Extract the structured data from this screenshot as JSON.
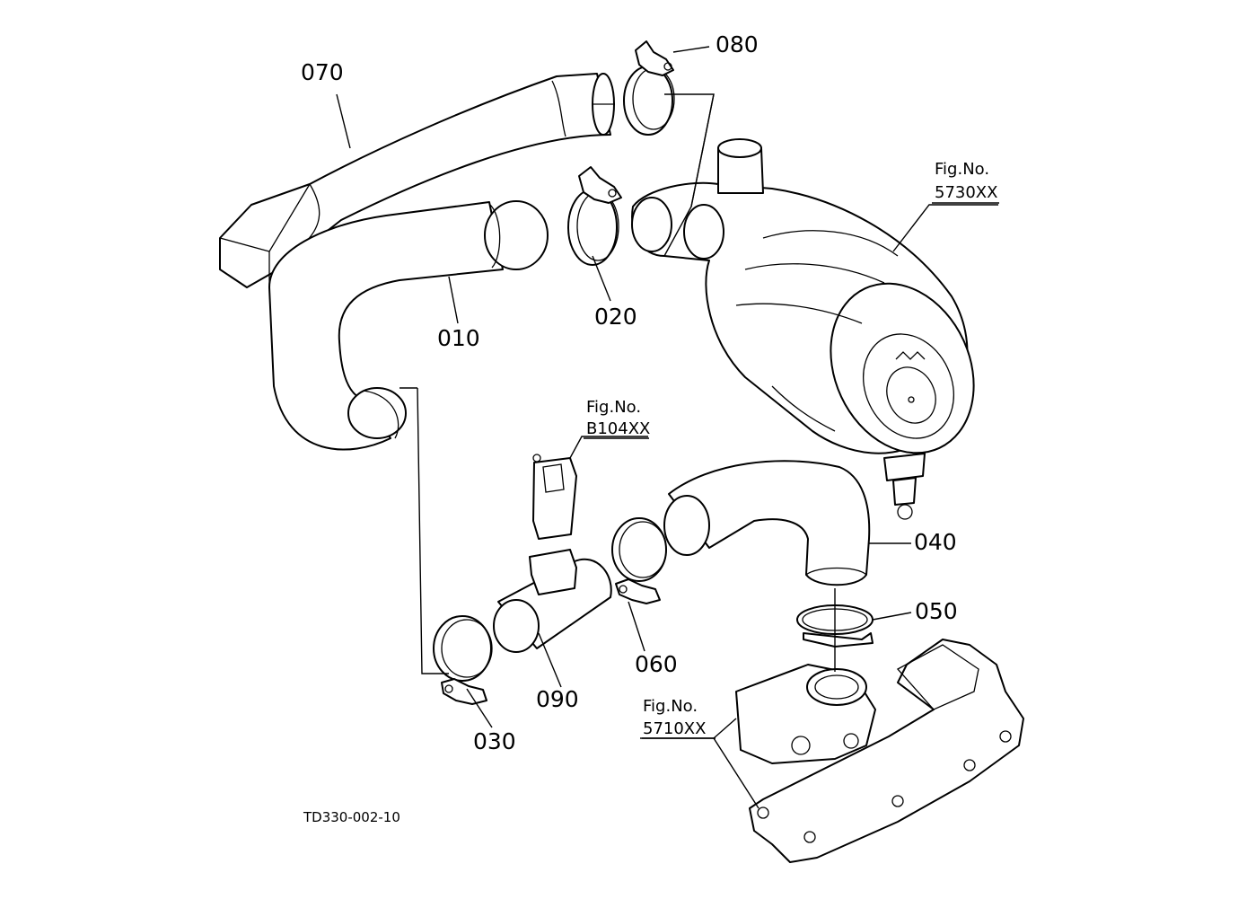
{
  "callouts": {
    "p070": "070",
    "p080": "080",
    "p010": "010",
    "p020": "020",
    "p040": "040",
    "p050": "050",
    "p060": "060",
    "p090": "090",
    "p030": "030"
  },
  "fig_refs": {
    "air_cleaner": {
      "line1": "Fig.No.",
      "line2": "5730XX"
    },
    "sensor": {
      "line1": "Fig.No.",
      "line2": "B104XX"
    },
    "manifold": {
      "line1": "Fig.No.",
      "line2": "5710XX"
    }
  },
  "drawing_number": "TD330-002-10"
}
